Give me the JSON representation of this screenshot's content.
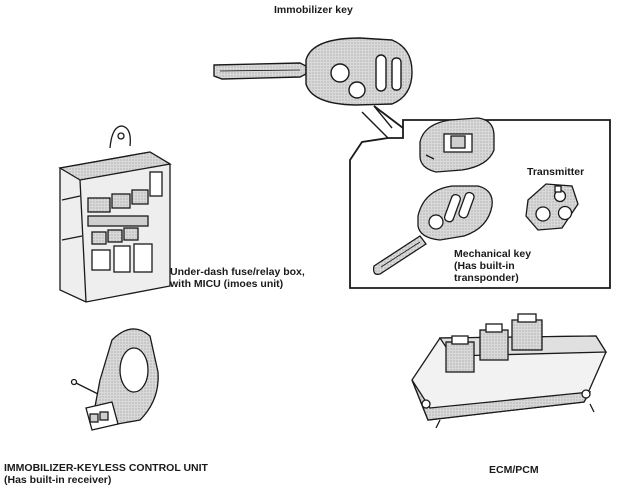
{
  "labels": {
    "immobilizer_key": "Immobilizer key",
    "transmitter": "Transmitter",
    "mechanical_key": {
      "line1": "Mechanical key",
      "line2": "(Has built-in",
      "line3": "transponder)"
    },
    "fuse_box": {
      "line1": "Under-dash fuse/relay box,",
      "line2": "with MICU (imoes unit)"
    },
    "keyless_unit": {
      "line1": "IMMOBILIZER-KEYLESS CONTROL UNIT",
      "line2": "(Has built-in receiver)"
    },
    "ecm": "ECM/PCM"
  },
  "colors": {
    "ink": "#1a1a1a",
    "shade": "#bdbdbd",
    "light": "#e6e6e6"
  }
}
